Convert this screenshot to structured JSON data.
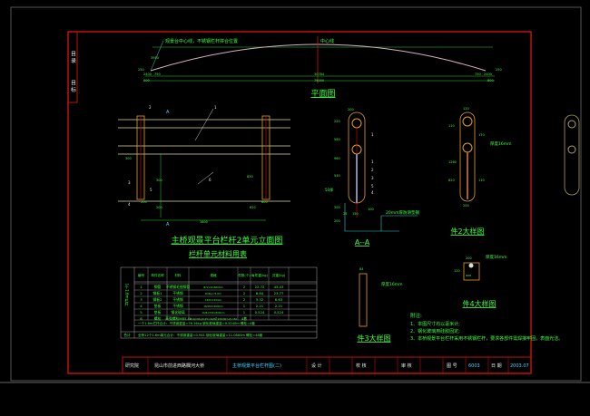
{
  "side_labels": [
    "目 录",
    "目 标"
  ],
  "plan": {
    "title": "平面图",
    "note_left": "观景台中心线，不锈钢栏杆拼合位置",
    "note_center": "中心线",
    "dims": [
      "2400",
      "750",
      "30784",
      "750",
      "2400",
      "800",
      "75000",
      "800",
      "250",
      "3950",
      "250"
    ]
  },
  "elevation": {
    "title": "主桥观景平台栏杆2单元立面图",
    "dims": [
      "1600",
      "300",
      "200",
      "300",
      "200",
      "830",
      "800",
      "620"
    ],
    "callouts": [
      "1",
      "2",
      "3",
      "4",
      "5",
      "6",
      "A",
      "A"
    ]
  },
  "section_aa": {
    "title": "A--A",
    "note": "20mm厚防滑垫钢",
    "side": "50厚",
    "dims": [
      "200",
      "220",
      "960",
      "580",
      "540",
      "300",
      "200",
      "25",
      "150",
      "100"
    ],
    "callouts": [
      "1",
      "1",
      "2",
      "3",
      "5",
      "4"
    ]
  },
  "part2": {
    "title": "件2大样图",
    "note": "厚度16mm",
    "dims": [
      "120",
      "200",
      "1260",
      "820",
      "110",
      "170",
      "110"
    ]
  },
  "part3": {
    "title": "件3大样图",
    "note": "厚度16mm",
    "dims": [
      "84"
    ]
  },
  "part4": {
    "title": "件4大样图",
    "note": "厚度16mm",
    "dims": [
      "200",
      "120",
      "Φ28"
    ]
  },
  "notes": {
    "heading": "附注:",
    "items": [
      "1、本图尺寸均以毫米计;",
      "2、钢化玻璃用硅胶固定;",
      "3、本桥观景平台栏杆采用不锈钢栏杆，要求各部件需焊接牢固，表面光洁。"
    ]
  },
  "table": {
    "title": "栏杆单元材料用表",
    "group_label": "1个1.6m栏杆",
    "headers": [
      "编号",
      "构件名称",
      "材料",
      "规格",
      "件数(个)",
      "每件重(kg)",
      "共重(kg)"
    ],
    "rows": [
      [
        "1",
        "钢管",
        "不锈钢毛细钢管",
        "Φ72×4/1600mm",
        "2",
        "22.72",
        "45.43"
      ],
      [
        "2",
        "钢板1",
        "不锈钢",
        "16/8a×72.8m²",
        "2",
        "8.84",
        "23.77"
      ],
      [
        "3",
        "钢板2",
        "不锈钢",
        "16/6×120mm",
        "2",
        "3.32",
        "6.63"
      ],
      [
        "4",
        "垫板",
        "不锈钢",
        "16/200×200mm",
        "1",
        "2.21",
        "2.21"
      ],
      [
        "5",
        "垫板",
        "钢化玻璃",
        "16/6×550×800mm",
        "1",
        "0.524",
        "0.524"
      ],
      [
        "6",
        "螺栓",
        "高强螺栓M85-G",
        "M10(C96)/2125×94/8孔936  M07-VV 150",
        "4套",
        "",
        ""
      ]
    ],
    "subtotal": "一个1.6m栏杆合计：不锈钢重量=76.16kg    钢化玻璃重量=0.5240m    螺栓=4套",
    "total_label": "合计",
    "total": "全桥12个1.6m单元合计：不锈钢重量=0.941    钢化玻璃重量=11.0880m    螺栓=48套"
  },
  "title_block": {
    "org": "研究院",
    "project": "昆山市前进西路欄河大桥",
    "drawing": "主桥观景平台栏杆图(二)",
    "design_label": "设 计",
    "check_label": "校 核",
    "review_label": "审 核",
    "number_label": "图 号",
    "number": "6003",
    "date_label": "日 期",
    "date": "2003.07"
  }
}
